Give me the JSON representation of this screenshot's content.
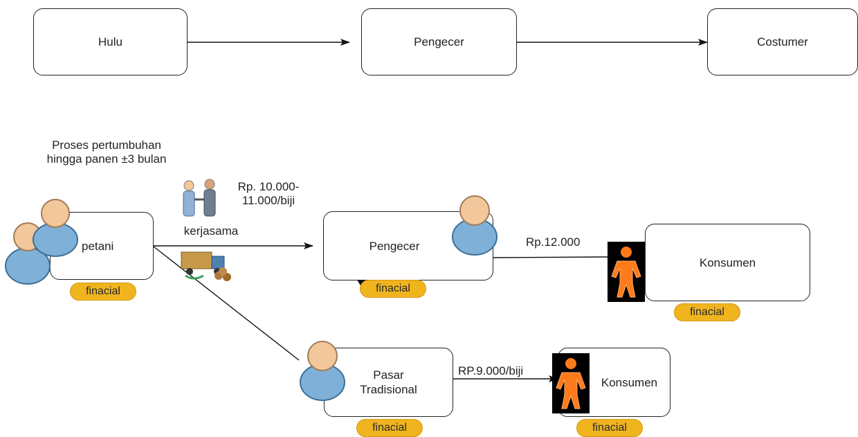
{
  "top_flow": {
    "hulu": "Hulu",
    "pengecer": "Pengecer",
    "costumer": "Costumer"
  },
  "supply_chain": {
    "petani": {
      "label": "petani",
      "note": "Proses pertumbuhan hingga panen ±3 bulan",
      "badge": "finacial"
    },
    "cooperation": {
      "label": "kerjasama",
      "price": "Rp. 10.000- 11.000/biji"
    },
    "pengecer": {
      "label": "Pengecer",
      "badge": "finacial",
      "price_to_consumer": "Rp.12.000"
    },
    "konsumen_1": {
      "label": "Konsumen",
      "badge": "finacial"
    },
    "pasar": {
      "label": "Pasar Tradisional",
      "badge": "finacial",
      "price_to_consumer": "RP.9.000/biji"
    },
    "konsumen_2": {
      "label": "Konsumen",
      "badge": "finacial"
    }
  },
  "icons": [
    "person-icon",
    "handshake-icon",
    "delivery-truck-icon",
    "orange-figure-icon"
  ],
  "colors": {
    "badge_fill": "#f0b41e",
    "person_skin": "#f2c79b",
    "person_body": "#7fb1d8",
    "figure_orange": "#ff7a1a"
  }
}
